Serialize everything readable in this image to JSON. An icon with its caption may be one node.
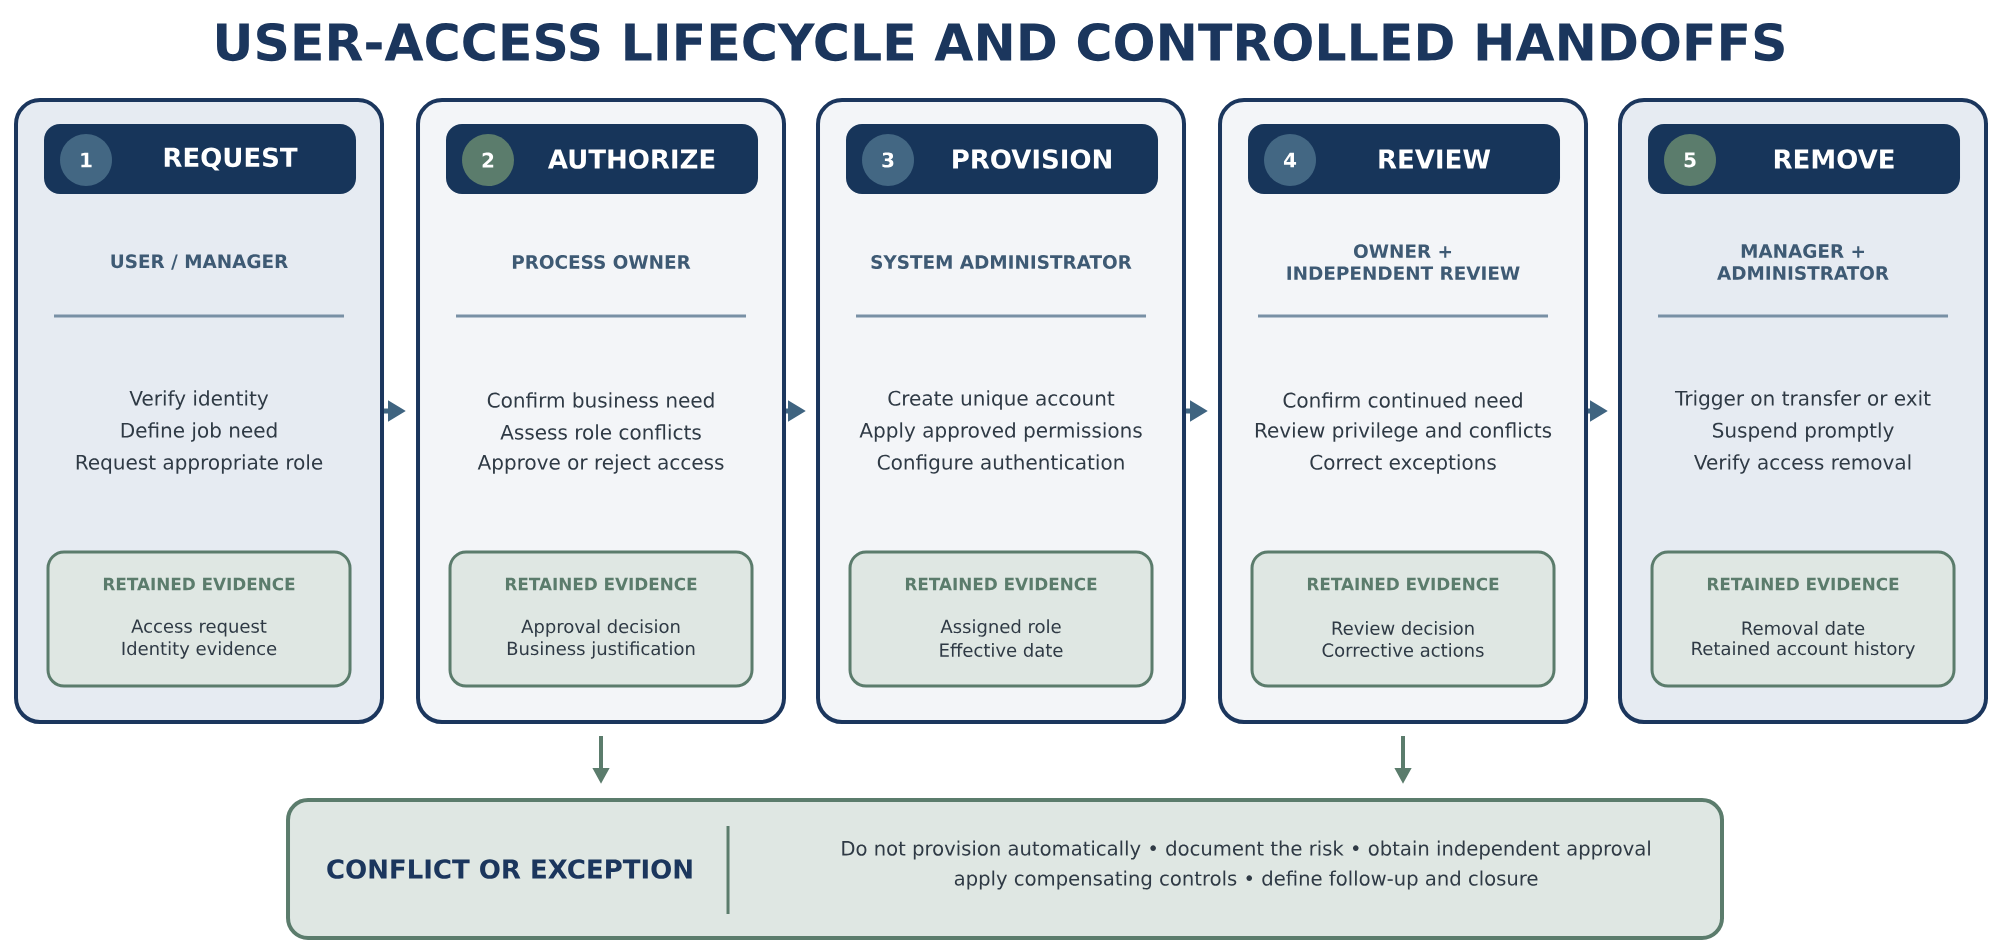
{
  "diagram": {
    "title": "USER-ACCESS LIFECYCLE AND CONTROLLED HANDOFFS",
    "nodes": [
      {
        "text": [
          "USER / MANAGER",
          "Verify identity",
          "Define job need",
          "Request appropriate role"
        ]
      },
      {
        "text": [
          "REQUEST"
        ],
        "in": 0
      },
      {
        "text": [
          "1"
        ],
        "in": 1
      },
      {
        "text": [
          "RETAINED EVIDENCE",
          "Access request",
          "Identity evidence"
        ],
        "in": 0
      },
      {
        "text": [
          "PROCESS OWNER",
          "Confirm business need",
          "Assess role conflicts",
          "Approve or reject access"
        ]
      },
      {
        "text": [
          "AUTHORIZE"
        ],
        "in": 4
      },
      {
        "text": [
          "2"
        ],
        "in": 5
      },
      {
        "text": [
          "RETAINED EVIDENCE",
          "Approval decision",
          "Business justification"
        ],
        "in": 4
      },
      {
        "text": [
          "SYSTEM ADMINISTRATOR",
          "Create unique account",
          "Apply approved permissions",
          "Configure authentication"
        ]
      },
      {
        "text": [
          "PROVISION"
        ],
        "in": 8
      },
      {
        "text": [
          "3"
        ],
        "in": 9
      },
      {
        "text": [
          "RETAINED EVIDENCE",
          "Assigned role",
          "Effective date"
        ],
        "in": 8
      },
      {
        "text": [
          "OWNER + INDEPENDENT REVIEW",
          "Confirm continued need",
          "Review privilege and conflicts",
          "Correct exceptions"
        ]
      },
      {
        "text": [
          "REVIEW"
        ],
        "in": 12
      },
      {
        "text": [
          "4"
        ],
        "in": 13
      },
      {
        "text": [
          "RETAINED EVIDENCE",
          "Review decision",
          "Corrective actions"
        ],
        "in": 12
      },
      {
        "text": [
          "MANAGER + ADMINISTRATOR",
          "Trigger on transfer or exit",
          "Suspend promptly",
          "Verify access removal"
        ]
      },
      {
        "text": [
          "REMOVE"
        ],
        "in": 16
      },
      {
        "text": [
          "5"
        ],
        "in": 17
      },
      {
        "text": [
          "RETAINED EVIDENCE",
          "Removal date",
          "Retained account history"
        ],
        "in": 16
      },
      {
        "text": [
          "CONFLICT OR EXCEPTION",
          "Do not provision automatically • document the risk • obtain independent approval apply compensating controls • define follow-up and closure"
        ]
      }
    ],
    "edges": [
      {
        "from": 0,
        "to": 4,
        "arrow": "to"
      },
      {
        "from": 4,
        "to": 8,
        "arrow": "to"
      },
      {
        "from": 8,
        "to": 12,
        "arrow": "to"
      },
      {
        "from": 12,
        "to": 16,
        "arrow": "to"
      },
      {
        "from": 4,
        "to": 20,
        "arrow": "to",
        "color": "#5b7c6c"
      },
      {
        "from": 12,
        "to": 20,
        "arrow": "to",
        "color": "#5b7c6c"
      }
    ]
  }
}
